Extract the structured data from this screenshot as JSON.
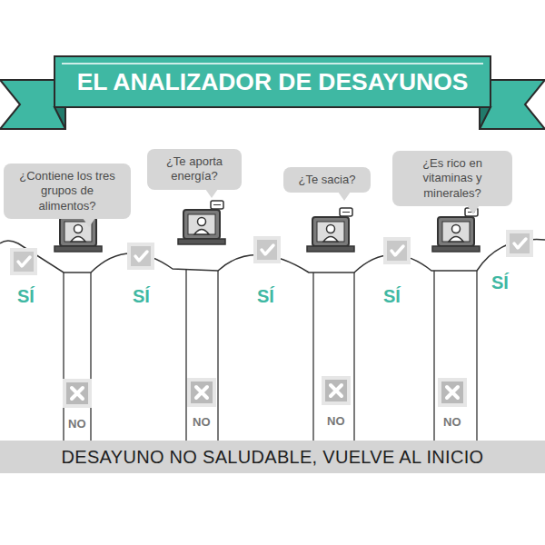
{
  "diagram": {
    "title": "EL ANALIZADOR DE DESAYUNOS",
    "nodes": [
      {
        "text": [
          "¿Contiene los tres grupos de alimentos?"
        ]
      },
      {
        "text": [
          "¿Te aporta energía?"
        ]
      },
      {
        "text": [
          "¿Te sacia?"
        ]
      },
      {
        "text": [
          "¿Es rico en vitaminas y minerales?"
        ]
      },
      {
        "text": [
          "DESAYUNO NO SALUDABLE, VUELVE AL INICIO"
        ]
      }
    ],
    "labels": [
      "SÍ",
      "SÍ",
      "SÍ",
      "SÍ",
      "SÍ",
      "NO",
      "NO",
      "NO",
      "NO"
    ]
  }
}
